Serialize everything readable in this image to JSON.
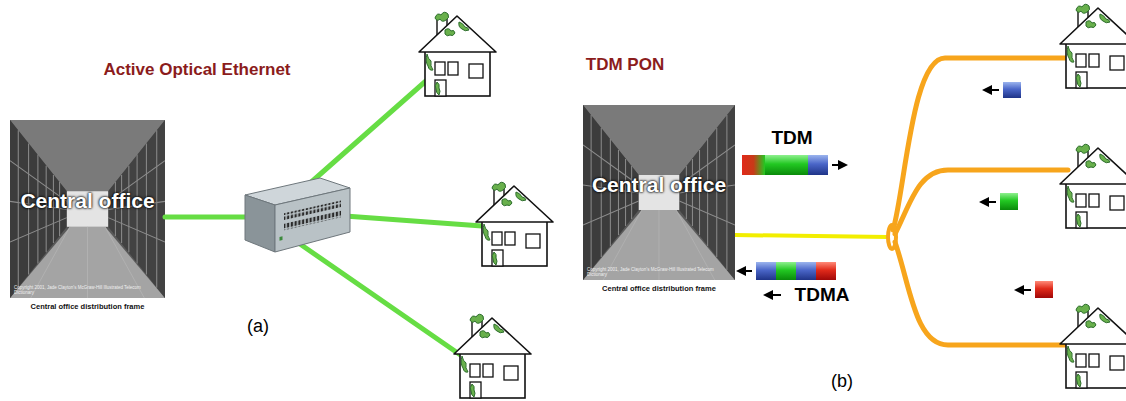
{
  "diagram": {
    "nodes": [
      {
        "text": [
          "Central office",
          "Copyright 2001, Jade Clayton's McGraw-Hill Illustrated Telecom Dictionary",
          "Central office distribution frame"
        ]
      },
      {
        "text": [
          "Central office",
          "Copyright 2001, Jade Clayton's McGraw-Hill Illustrated Telecom Dictionary",
          "Central office distribution frame"
        ]
      }
    ],
    "labels": [
      "Active Optical Ethernet",
      "TDM PON",
      "TDM",
      "TDMA",
      "(a)",
      "(b)"
    ]
  }
}
